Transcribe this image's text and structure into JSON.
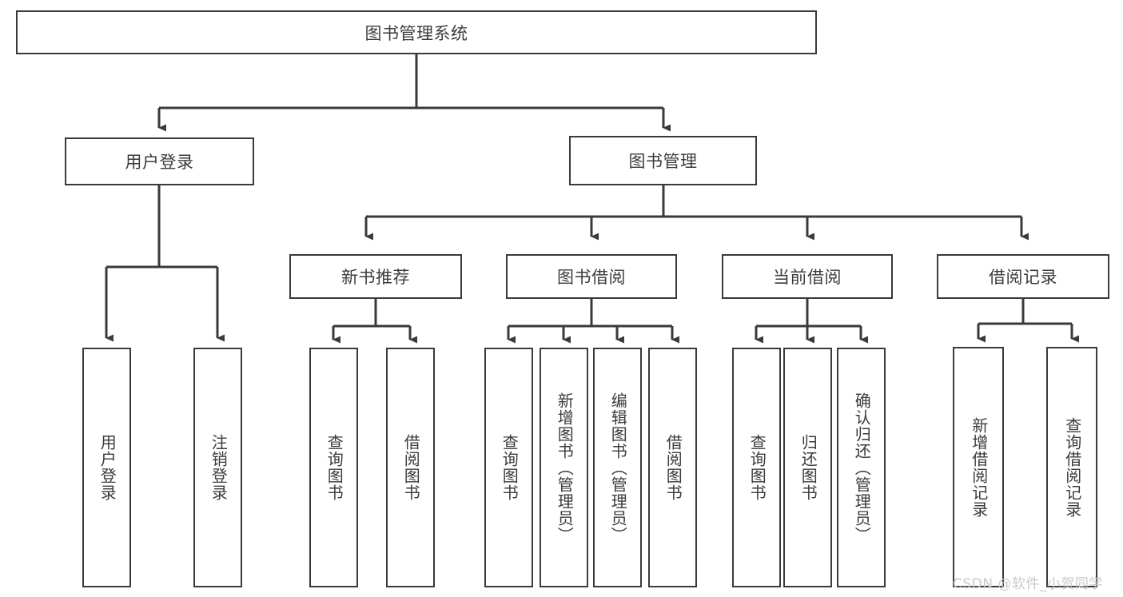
{
  "diagram": {
    "title": "图书管理系统",
    "type": "tree-hierarchy-diagram",
    "colors": {
      "background": "#ffffff",
      "box_border": "#3a3a3c",
      "box_fill": "#ffffff",
      "text": "#3b3b3d",
      "connector": "#3a3a3c",
      "watermark": "#c9c9cc"
    },
    "root": {
      "label": "图书管理系统"
    },
    "level2": [
      {
        "id": "user-login",
        "label": "用户登录"
      },
      {
        "id": "book-management",
        "label": "图书管理"
      }
    ],
    "level3": [
      {
        "id": "new-book-recommend",
        "label": "新书推荐",
        "parent": "book-management"
      },
      {
        "id": "book-borrow",
        "label": "图书借阅",
        "parent": "book-management"
      },
      {
        "id": "current-borrow",
        "label": "当前借阅",
        "parent": "book-management"
      },
      {
        "id": "borrow-record",
        "label": "借阅记录",
        "parent": "book-management"
      }
    ],
    "leaves": [
      {
        "id": "leaf-user-login",
        "label": "用户登录",
        "parent": "user-login"
      },
      {
        "id": "leaf-logout",
        "label": "注销登录",
        "parent": "user-login"
      },
      {
        "id": "leaf-query-book-1",
        "label": "查询图书",
        "parent": "new-book-recommend"
      },
      {
        "id": "leaf-borrow-book-1",
        "label": "借阅图书",
        "parent": "new-book-recommend"
      },
      {
        "id": "leaf-query-book-2",
        "label": "查询图书",
        "parent": "book-borrow"
      },
      {
        "id": "leaf-add-book",
        "label": "新增图书（管理员）",
        "parent": "book-borrow"
      },
      {
        "id": "leaf-edit-book",
        "label": "编辑图书（管理员）",
        "parent": "book-borrow"
      },
      {
        "id": "leaf-borrow-book-2",
        "label": "借阅图书",
        "parent": "book-borrow"
      },
      {
        "id": "leaf-query-book-3",
        "label": "查询图书",
        "parent": "current-borrow"
      },
      {
        "id": "leaf-return-book",
        "label": "归还图书",
        "parent": "current-borrow"
      },
      {
        "id": "leaf-confirm-return",
        "label": "确认归还（管理员）",
        "parent": "current-borrow"
      },
      {
        "id": "leaf-add-record",
        "label": "新增借阅记录",
        "parent": "borrow-record"
      },
      {
        "id": "leaf-query-record",
        "label": "查询借阅记录",
        "parent": "borrow-record"
      }
    ],
    "watermark": "CSDN @软件_小贺同学"
  }
}
